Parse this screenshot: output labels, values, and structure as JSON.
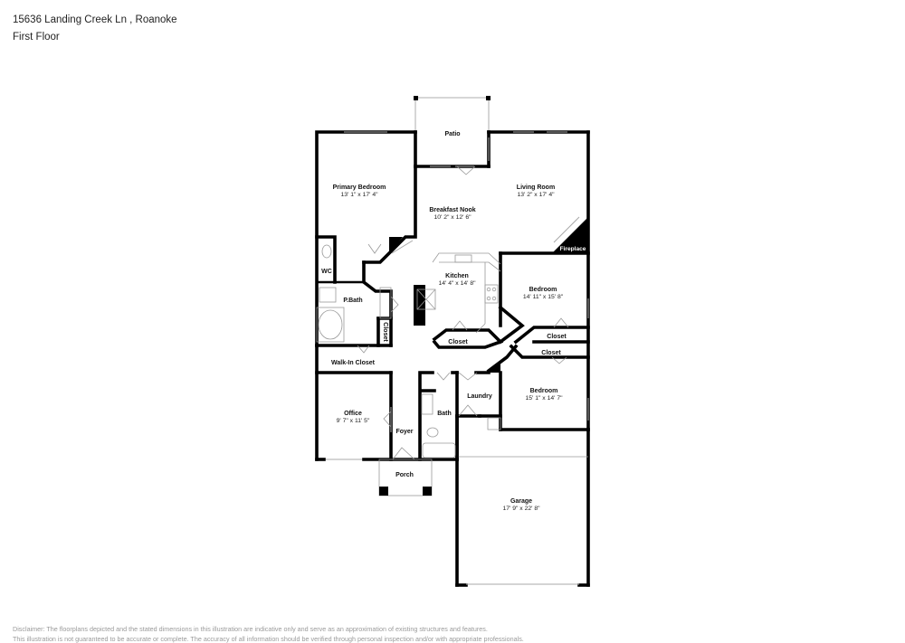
{
  "header": {
    "address": "15636 Landing Creek Ln , Roanoke",
    "floor": "First Floor"
  },
  "rooms": {
    "patio": {
      "name": "Patio"
    },
    "primary_bedroom": {
      "name": "Primary Bedroom",
      "dims": "13' 1\" x 17' 4\""
    },
    "breakfast_nook": {
      "name": "Breakfast Nook",
      "dims": "10' 2\" x 12' 6\""
    },
    "living_room": {
      "name": "Living Room",
      "dims": "13' 2\" x 17' 4\""
    },
    "fireplace": {
      "name": "Fireplace"
    },
    "wc": {
      "name": "WC"
    },
    "pbath": {
      "name": "P.Bath"
    },
    "kitchen": {
      "name": "Kitchen",
      "dims": "14' 4\" x 14' 8\""
    },
    "bedroom_2": {
      "name": "Bedroom",
      "dims": "14' 11\" x 15' 8\""
    },
    "closet_pbath": {
      "name": "Closet"
    },
    "closet_kitchen": {
      "name": "Closet"
    },
    "closet_bed2": {
      "name": "Closet"
    },
    "closet_bed3": {
      "name": "Closet"
    },
    "walkin_closet": {
      "name": "Walk-In Closet"
    },
    "office": {
      "name": "Office",
      "dims": "9' 7\" x 11' 5\""
    },
    "bath": {
      "name": "Bath"
    },
    "laundry": {
      "name": "Laundry"
    },
    "bedroom_3": {
      "name": "Bedroom",
      "dims": "15' 1\" x 14' 7\""
    },
    "foyer": {
      "name": "Foyer"
    },
    "porch": {
      "name": "Porch"
    },
    "garage": {
      "name": "Garage",
      "dims": "17' 9\" x 22' 8\""
    }
  },
  "disclaimer": {
    "line1": "Disclaimer: The floorplans depicted and the stated dimensions in this illustration are indicative only and serve as an approximation of existing structures and features.",
    "line2": "This illustration is not guaranteed to be accurate or complete. The accuracy of all information should be verified through personal inspection and/or with appropriate professionals."
  }
}
